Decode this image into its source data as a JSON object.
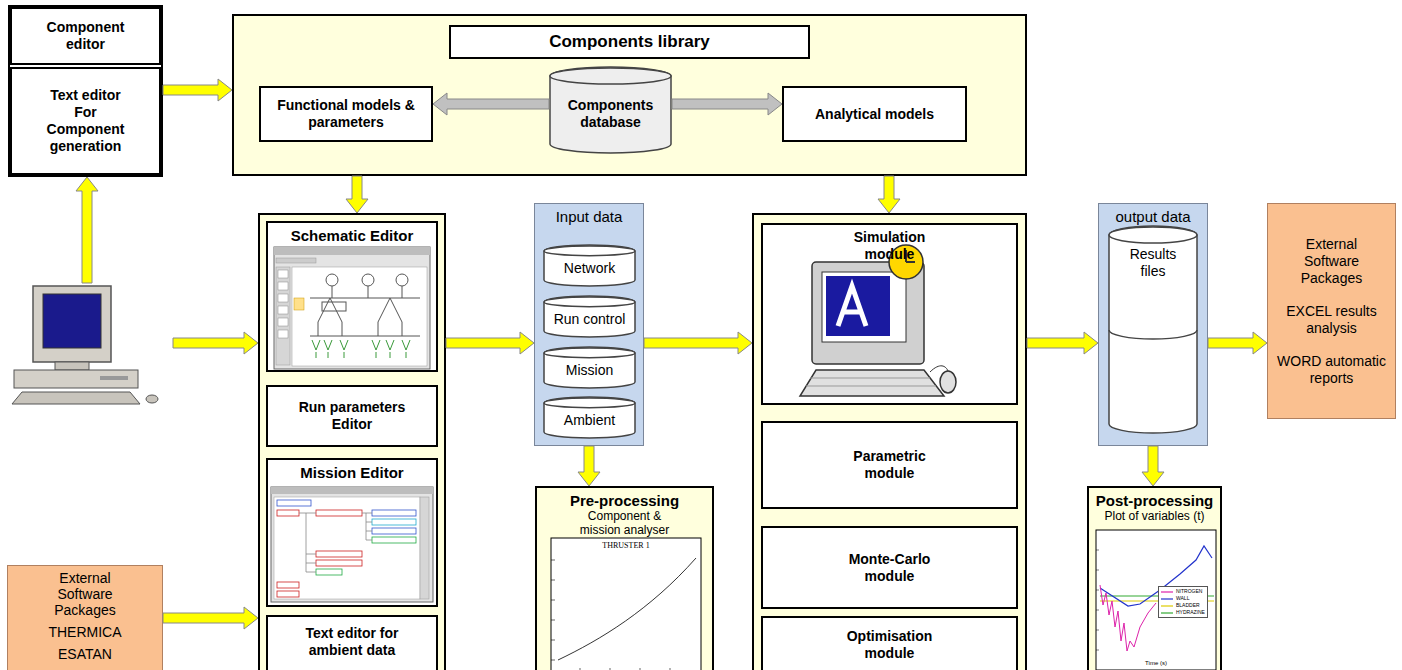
{
  "diagram": {
    "nodes": [
      {
        "text": []
      },
      {
        "text": [
          "Component editor"
        ],
        "in": 0
      },
      {
        "text": [
          "Text editor For Component generation"
        ],
        "in": 0
      },
      {
        "text": [
          "Components library"
        ]
      },
      {
        "text": [
          "Functional models & parameters"
        ],
        "in": 3
      },
      {
        "text": [
          "Components database"
        ],
        "in": 3
      },
      {
        "text": [
          "Analytical models"
        ],
        "in": 3
      },
      {
        "text": []
      },
      {
        "text": [
          "Schematic Editor"
        ],
        "in": 7
      },
      {
        "text": [
          "Run parameters Editor"
        ],
        "in": 7
      },
      {
        "text": [
          "Mission Editor"
        ],
        "in": 7
      },
      {
        "text": [
          "Text editor for ambient data"
        ],
        "in": 7
      },
      {
        "text": [
          "External Software Packages",
          "THERMICA",
          "ESATAN"
        ]
      },
      {
        "text": [
          "Input data"
        ]
      },
      {
        "text": [
          "Network"
        ],
        "in": 13
      },
      {
        "text": [
          "Run control"
        ],
        "in": 13
      },
      {
        "text": [
          "Mission"
        ],
        "in": 13
      },
      {
        "text": [
          "Ambient"
        ],
        "in": 13
      },
      {
        "text": [
          "Pre-processing",
          "Component & mission analyser"
        ]
      },
      {
        "text": []
      },
      {
        "text": [
          "Simulation module"
        ],
        "in": 19
      },
      {
        "text": [
          "Parametric module"
        ],
        "in": 19
      },
      {
        "text": [
          "Monte-Carlo module"
        ],
        "in": 19
      },
      {
        "text": [
          "Optimisation module"
        ],
        "in": 19
      },
      {
        "text": [
          "output data"
        ]
      },
      {
        "text": [
          "Results files"
        ],
        "in": 24
      },
      {
        "text": [
          "Post-processing",
          "Plot of variables (t)"
        ]
      },
      {
        "text": [
          "External Software Packages",
          "EXCEL results analysis",
          "WORD automatic reports"
        ]
      }
    ],
    "edges": [
      {
        "from": 0,
        "to": 3,
        "arrow": "to"
      },
      {
        "from": 5,
        "to": 4,
        "arrow": "to"
      },
      {
        "from": 5,
        "to": 6,
        "arrow": "to"
      },
      {
        "from": 3,
        "to": 7,
        "arrow": "to"
      },
      {
        "from": 3,
        "to": 19,
        "arrow": "to"
      },
      {
        "from": 12,
        "to": 7,
        "arrow": "to"
      },
      {
        "from": 7,
        "to": 13,
        "arrow": "to"
      },
      {
        "from": 13,
        "to": 18,
        "arrow": "to"
      },
      {
        "from": 13,
        "to": 19,
        "arrow": "to"
      },
      {
        "from": 19,
        "to": 24,
        "arrow": "to"
      },
      {
        "from": 24,
        "to": 26,
        "arrow": "to"
      },
      {
        "from": 24,
        "to": 27,
        "arrow": "to"
      }
    ],
    "labels": [
      "THRUSTER 1",
      "Time (s)"
    ],
    "legend": [
      {
        "text": "NITROGEN"
      },
      {
        "text": "WALL"
      },
      {
        "text": "BLADDER"
      },
      {
        "text": "HYDRAZINE"
      }
    ]
  }
}
